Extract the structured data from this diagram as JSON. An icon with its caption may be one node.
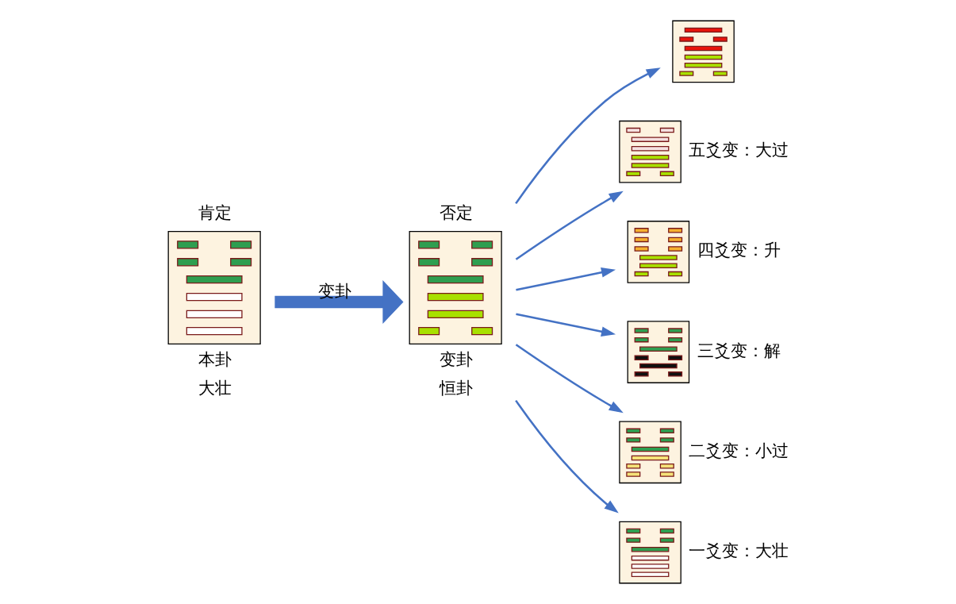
{
  "diagram": {
    "nodes": [
      {
        "text": [
          "肯定"
        ],
        "beside": [
          "本卦",
          "大壮"
        ]
      },
      {
        "text": [
          "否定"
        ],
        "beside": [
          "变卦",
          "恒卦"
        ]
      },
      {
        "text": [],
        "shape": "picture"
      },
      {
        "text": [],
        "shape": "picture",
        "beside": [
          "五爻变：大过"
        ]
      },
      {
        "text": [],
        "shape": "picture",
        "beside": [
          "四爻变：升"
        ]
      },
      {
        "text": [],
        "shape": "picture",
        "beside": [
          "三爻变：解"
        ]
      },
      {
        "text": [],
        "shape": "picture",
        "beside": [
          "二爻变：小过"
        ]
      },
      {
        "text": [],
        "shape": "picture",
        "beside": [
          "一爻变：大壮"
        ]
      }
    ],
    "edges": [
      {
        "from": 0,
        "to": 1,
        "arrow": "to",
        "label": "变卦",
        "style": "thick"
      },
      {
        "from": 1,
        "to": 2,
        "arrow": "to"
      },
      {
        "from": 1,
        "to": 3,
        "arrow": "to"
      },
      {
        "from": 1,
        "to": 4,
        "arrow": "to"
      },
      {
        "from": 1,
        "to": 5,
        "arrow": "to"
      },
      {
        "from": 1,
        "to": 6,
        "arrow": "to"
      },
      {
        "from": 1,
        "to": 7,
        "arrow": "to"
      }
    ]
  }
}
